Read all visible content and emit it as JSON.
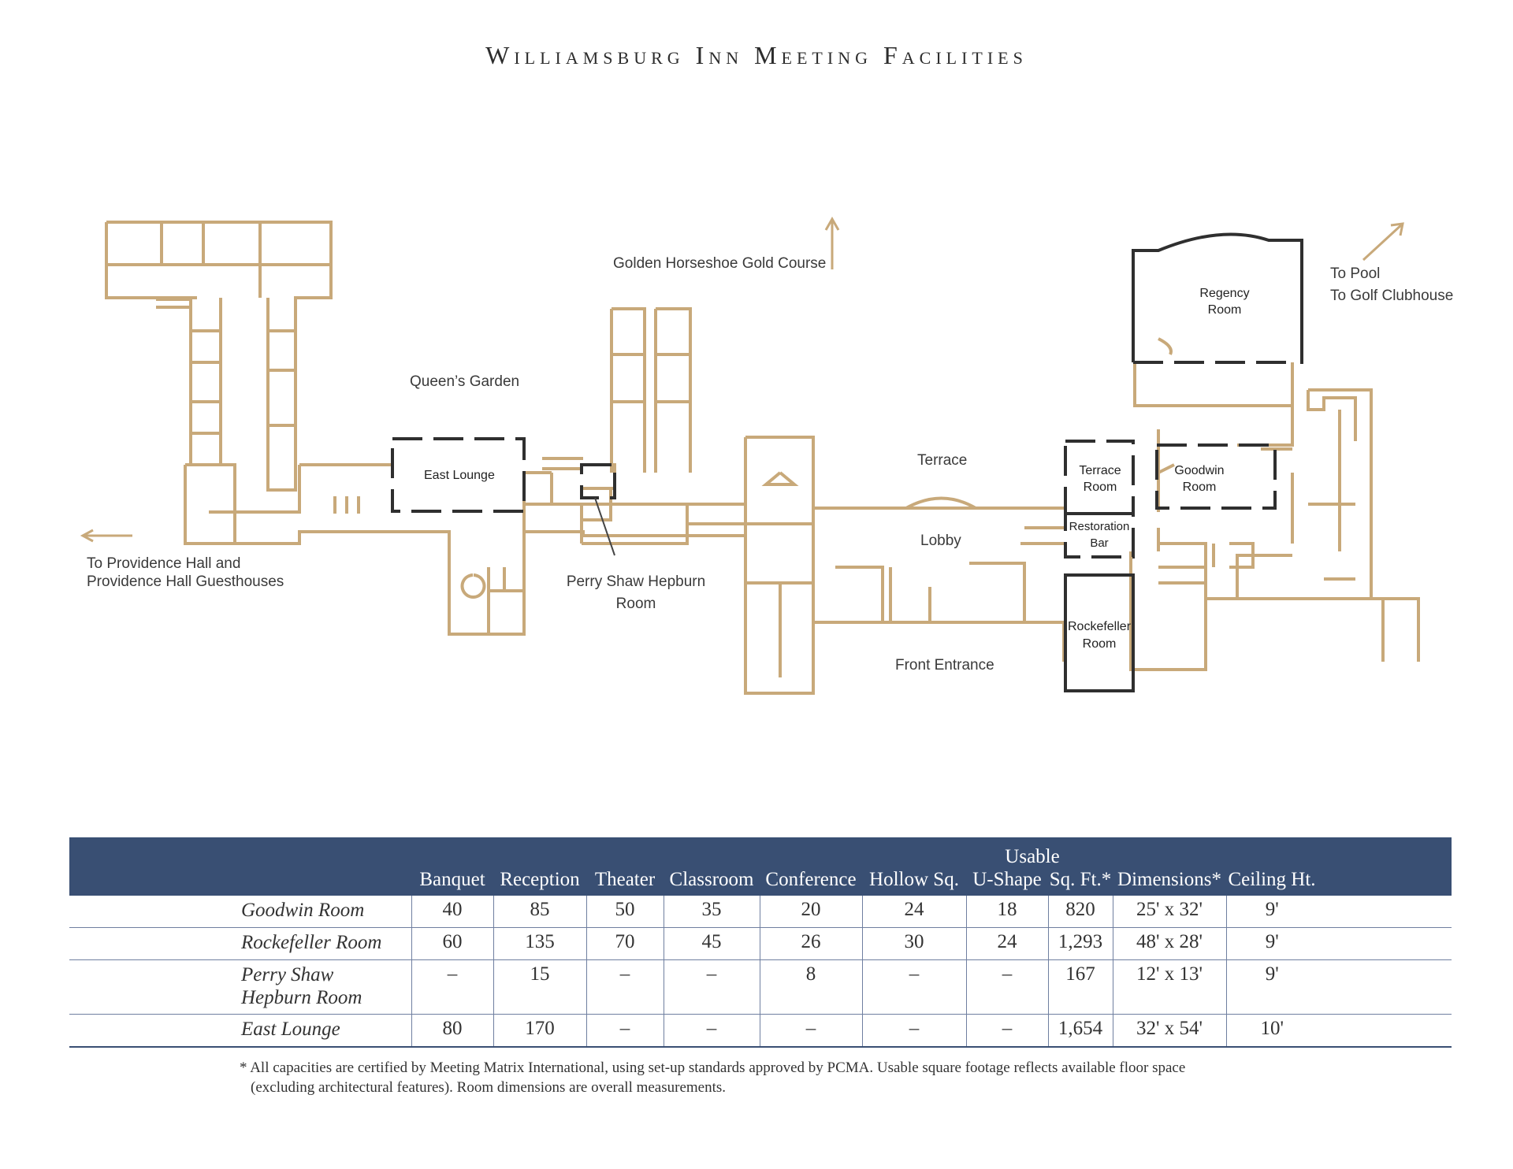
{
  "title": "Williamsburg Inn Meeting Facilities",
  "map_labels": {
    "golf": "Golden Horseshoe Gold Course",
    "queens_garden": "Queen’s Garden",
    "east_lounge": "East Lounge",
    "terrace": "Terrace",
    "lobby": "Lobby",
    "front_entrance": "Front Entrance",
    "perry_line1": "Perry Shaw Hepburn",
    "perry_line2": "Room",
    "providence_line1": "To Providence Hall and",
    "providence_line2": "Providence Hall Guesthouses",
    "pool": "To Pool",
    "golf_clubhouse": "To Golf Clubhouse",
    "regency_line1": "Regency",
    "regency_line2": "Room",
    "terrace_room_line1": "Terrace",
    "terrace_room_line2": "Room",
    "goodwin_line1": "Goodwin",
    "goodwin_line2": "Room",
    "restoration_line1": "Restoration",
    "restoration_line2": "Bar",
    "rockefeller_line1": "Rockefeller",
    "rockefeller_line2": "Room"
  },
  "colors": {
    "header_bg": "#394f73",
    "plan_line": "#c8a97a",
    "meeting_room_outline": "#2f2f2f"
  },
  "table": {
    "headers": [
      "",
      "Banquet",
      "Reception",
      "Theater",
      "Classroom",
      "Conference",
      "Hollow Sq.",
      "U-Shape",
      "Sq. Ft.*",
      "Dimensions*",
      "Ceiling Ht."
    ],
    "header_sqft_top": "Usable",
    "rows": [
      {
        "name": "Goodwin Room",
        "values": [
          "40",
          "85",
          "50",
          "35",
          "20",
          "24",
          "18",
          "820",
          "25' x 32'",
          "9'"
        ]
      },
      {
        "name": "Rockefeller Room",
        "values": [
          "60",
          "135",
          "70",
          "45",
          "26",
          "30",
          "24",
          "1,293",
          "48' x 28'",
          "9'"
        ]
      },
      {
        "name": "Perry Shaw",
        "name2": "Hepburn Room",
        "values": [
          "–",
          "15",
          "–",
          "–",
          "8",
          "–",
          "–",
          "167",
          "12' x 13'",
          "9'"
        ]
      },
      {
        "name": "East Lounge",
        "values": [
          "80",
          "170",
          "–",
          "–",
          "–",
          "–",
          "–",
          "1,654",
          "32' x 54'",
          "10'"
        ]
      }
    ]
  },
  "footnote": {
    "line1": "* All capacities are certified by Meeting Matrix International, using set-up standards approved by PCMA. Usable square footage reflects available floor space",
    "line2": "(excluding architectural features). Room dimensions are overall measurements."
  }
}
